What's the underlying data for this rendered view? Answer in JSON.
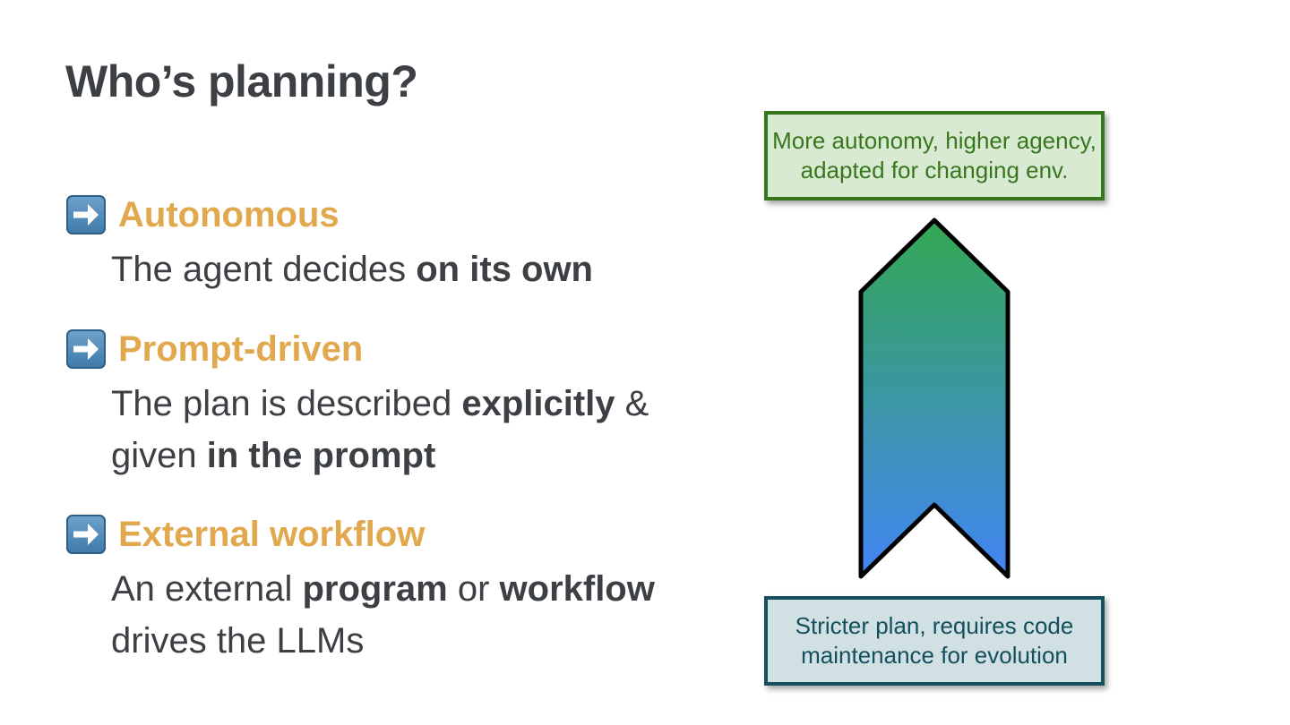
{
  "slide": {
    "title": "Who’s planning?"
  },
  "items": [
    {
      "icon": "right-arrow-icon",
      "title": "Autonomous",
      "desc_parts": [
        {
          "text": "The agent decides ",
          "bold": false
        },
        {
          "text": "on its own",
          "bold": true
        }
      ]
    },
    {
      "icon": "right-arrow-icon",
      "title": "Prompt-driven",
      "desc_parts": [
        {
          "text": "The plan is described ",
          "bold": false
        },
        {
          "text": "explicitly",
          "bold": true
        },
        {
          "text": " & given ",
          "bold": false
        },
        {
          "text": "in the prompt",
          "bold": true
        }
      ]
    },
    {
      "icon": "right-arrow-icon",
      "title": "External workflow",
      "desc_parts": [
        {
          "text": "An external ",
          "bold": false
        },
        {
          "text": "program",
          "bold": true
        },
        {
          "text": " or ",
          "bold": false
        },
        {
          "text": "workflow",
          "bold": true
        },
        {
          "text": " drives the LLMs",
          "bold": false
        }
      ]
    }
  ],
  "diagram": {
    "top_box": {
      "line1": "More autonomy, higher agency,",
      "line2": "adapted for changing env."
    },
    "bottom_box": {
      "line1": "Stricter plan, requires code",
      "line2": "maintenance for evolution"
    },
    "arrow_gradient": {
      "top_color": "#34a853",
      "bottom_color": "#4285f4"
    }
  },
  "colors": {
    "title": "#3c3f43",
    "item_title": "#e2a84e",
    "top_box_fill": "#d9ead3",
    "top_box_border": "#38761d",
    "bottom_box_fill": "#d0e0e3",
    "bottom_box_border": "#134f5c"
  }
}
